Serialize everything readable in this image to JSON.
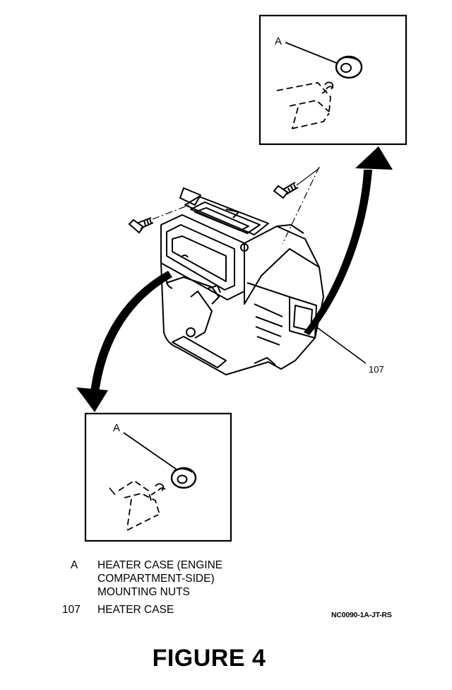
{
  "callouts": {
    "top_inset_label": "A",
    "bottom_inset_label": "A",
    "part_number": "107"
  },
  "legend": [
    {
      "key": "A",
      "text": "HEATER CASE (ENGINE\nCOMPARTMENT-SIDE)\nMOUNTING NUTS"
    },
    {
      "key": "107",
      "text": "HEATER CASE"
    }
  ],
  "reference_code": "NC0090-1A-JT-RS",
  "figure_title": "FIGURE 4"
}
